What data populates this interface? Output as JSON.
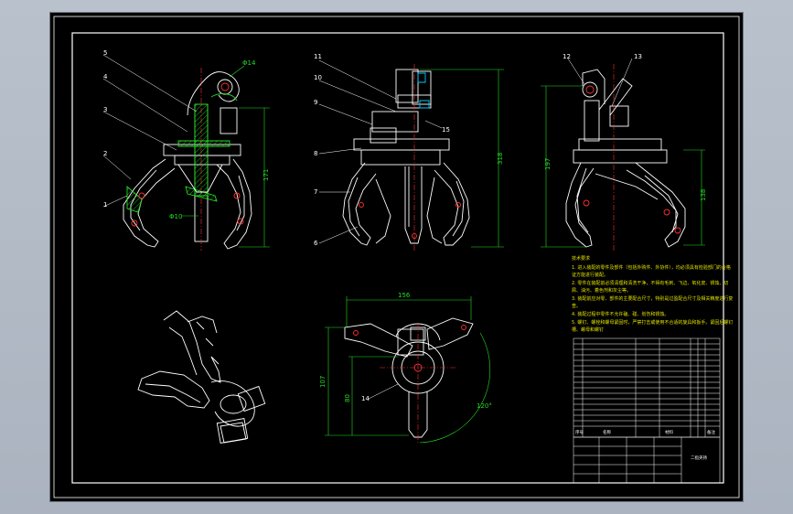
{
  "colors": {
    "sheet_bg": "#000000",
    "outline": "#ffffff",
    "dimension": "#22dd22",
    "centerline": "#ff3030",
    "hidden": "#00c8ff",
    "notes": "#e0e000",
    "section_hatch": "#22dd22"
  },
  "front_view": {
    "leaders": [
      "1",
      "2",
      "3",
      "4",
      "5"
    ],
    "dims": {
      "height": "171",
      "dia_small": "Φ10",
      "dia_top": "Φ14"
    }
  },
  "side_view": {
    "leaders": [
      "11",
      "10",
      "9",
      "8",
      "7",
      "6",
      "15"
    ],
    "dims": {
      "height": "318"
    }
  },
  "right_view": {
    "leaders": [
      "12",
      "13"
    ],
    "dims": {
      "height_outer": "197",
      "height_inner": "138"
    }
  },
  "top_view": {
    "leaders": [
      "14"
    ],
    "dims": {
      "width": "156",
      "depth": "107",
      "inner": "80",
      "angle": "120°"
    }
  },
  "notes": {
    "title": "技术要求",
    "lines": [
      "1. 进入装配的零件及部件（包括外购件、外协件），均必须具有检验部门的合格",
      "证方能进行装配。",
      "2. 零件在装配前必须清理和清洗干净，不得有毛刺、飞边、氧化皮、锈蚀、切",
      "屑、油污、着色剂和灰尘等。",
      "3. 装配前应对零、部件的主要配合尺寸，特别是过盈配合尺寸及相关精度进行复",
      "查。",
      "4. 装配过程中零件不允许磕、碰、划伤和锈蚀。",
      "5. 螺钉、螺栓和螺母紧固时，严禁打击或使用不合适的旋具和扳手。紧固后螺钉",
      "槽、螺母和螺钉"
    ]
  },
  "title_block": {
    "headers": [
      "序号",
      "名称",
      "材料",
      "备注"
    ],
    "drawing_name": "二指夹持"
  }
}
